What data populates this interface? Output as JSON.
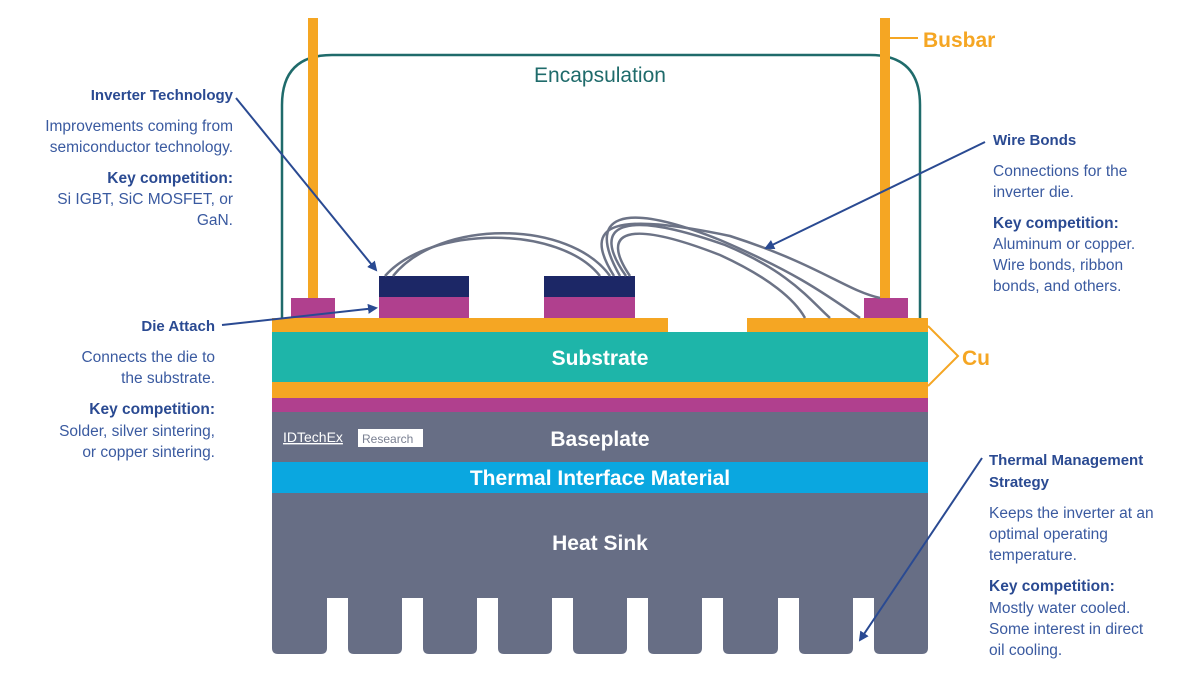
{
  "labels": {
    "busbar": "Busbar",
    "encapsulation": "Encapsulation",
    "cu": "Cu",
    "substrate": "Substrate",
    "baseplate": "Baseplate",
    "tim": "Thermal Interface Material",
    "heat_sink": "Heat Sink"
  },
  "logo": {
    "brand": "IDTechEx",
    "tag": "Research"
  },
  "callouts": {
    "inverter": {
      "title": "Inverter Technology",
      "body": [
        "Improvements coming from",
        "semiconductor technology."
      ],
      "key_title": "Key competition:",
      "key_body": [
        "Si IGBT, SiC MOSFET, or",
        "GaN."
      ]
    },
    "die_attach": {
      "title": "Die Attach",
      "body": [
        "Connects the die to",
        "the substrate."
      ],
      "key_title": "Key competition:",
      "key_body": [
        "Solder, silver sintering,",
        "or copper sintering."
      ]
    },
    "wire_bonds": {
      "title": "Wire Bonds",
      "body": [
        "Connections for the",
        "inverter die."
      ],
      "key_title": "Key competition:",
      "key_body": [
        "Aluminum or copper.",
        "Wire bonds, ribbon",
        "bonds, and others."
      ]
    },
    "thermal": {
      "title": [
        "Thermal Management",
        "Strategy"
      ],
      "body": [
        "Keeps the inverter at an",
        "optimal operating",
        "temperature."
      ],
      "key_title": "Key competition:",
      "key_body": [
        "Mostly water cooled.",
        "Some interest in direct",
        "oil cooling."
      ]
    }
  },
  "colors": {
    "busbar": "#f5a623",
    "encapsulation": "#1f6b6b",
    "substrate": "#1eb5a9",
    "die_attach": "#b0408e",
    "die": "#1c2766",
    "baseplate": "#676e85",
    "tim": "#0aa7e0",
    "heat_sink": "#676e85",
    "wire": "#6c7386",
    "callout_title": "#2a4a92",
    "callout_body": "#3a5aa0",
    "arrow": "#2a4a92"
  }
}
